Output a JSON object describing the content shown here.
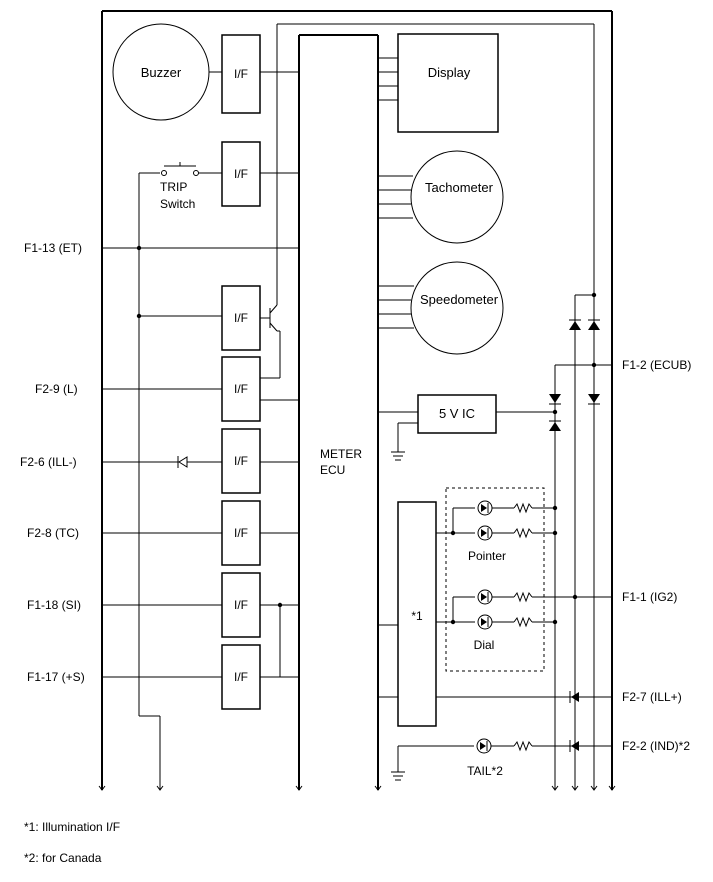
{
  "components": {
    "buzzer": "Buzzer",
    "display": "Display",
    "trip_switch_line1": "TRIP",
    "trip_switch_line2": "Switch",
    "tachometer": "Tachometer",
    "speedometer": "Speedometer",
    "meter_ecu_line1": "METER",
    "meter_ecu_line2": "ECU",
    "regulator": "5 V IC",
    "illumination_block": "*1",
    "pointer": "Pointer",
    "dial": "Dial",
    "tail": "TAIL*2",
    "interface": "I/F"
  },
  "left_terminals": [
    "F1-13 (ET)",
    "F2-9 (L)",
    "F2-6 (ILL-)",
    "F2-8 (TC)",
    "F1-18 (SI)",
    "F1-17 (+S)"
  ],
  "right_terminals": [
    "F1-2 (ECUB)",
    "F1-1 (IG2)",
    "F2-7 (ILL+)",
    "F2-2 (IND)*2"
  ],
  "footnotes": [
    "*1: Illumination I/F",
    "*2: for Canada"
  ]
}
